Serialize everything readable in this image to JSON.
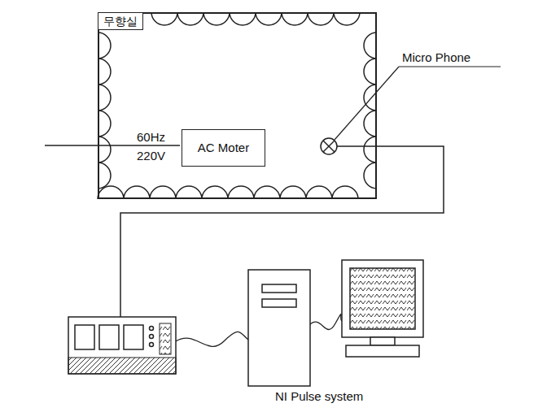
{
  "diagram": {
    "nodes": [
      {
        "text": [
          "무향실"
        ]
      },
      {
        "text": [
          "AC Moter"
        ],
        "in": 0
      }
    ],
    "labels": [
      "60Hz",
      "220V",
      "Micro Phone",
      "NI Pulse system"
    ]
  }
}
